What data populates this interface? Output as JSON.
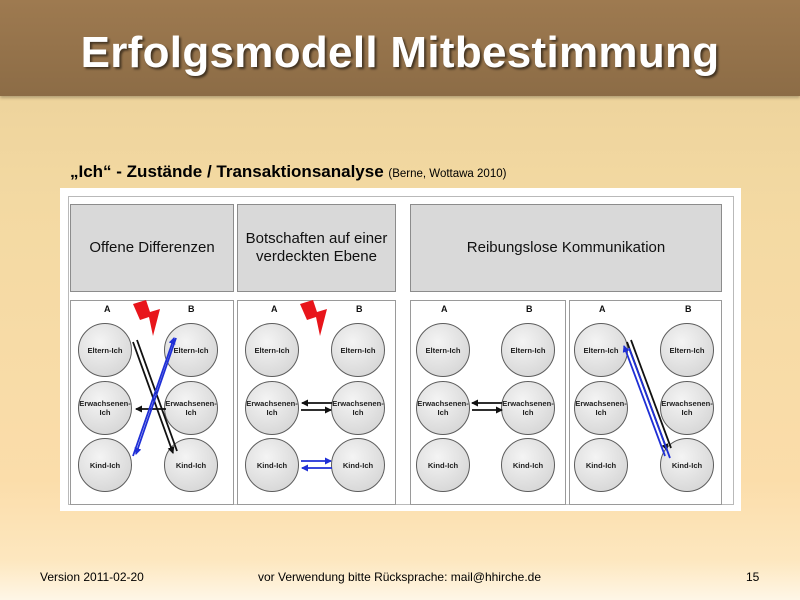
{
  "title": "Erfolgsmodell Mitbestimmung",
  "subtitle": {
    "main": "„Ich“ - Zustände / Transaktionsanalyse",
    "citation": "(Berne, Wottawa 2010)"
  },
  "headers": [
    "Offene Differenzen",
    "Botschaften auf einer verdeckten Ebene",
    "Reibungslose Kommunikation"
  ],
  "column_labels": {
    "a": "A",
    "b": "B"
  },
  "states": {
    "eltern": "Eltern-Ich",
    "erwachsenen": "Erwachsenen-Ich",
    "kind": "Kind-Ich"
  },
  "footer": {
    "version": "Version 2011-02-20",
    "note": "vor Verwendung bitte Rücksprache: mail@hhirche.de",
    "page": "15"
  },
  "colors": {
    "title_bar": "#8c6c46",
    "arrow_black": "#111111",
    "arrow_blue": "#1f2fd6",
    "lightning": "#e8151b"
  },
  "icons": [
    "lightning-icon"
  ]
}
